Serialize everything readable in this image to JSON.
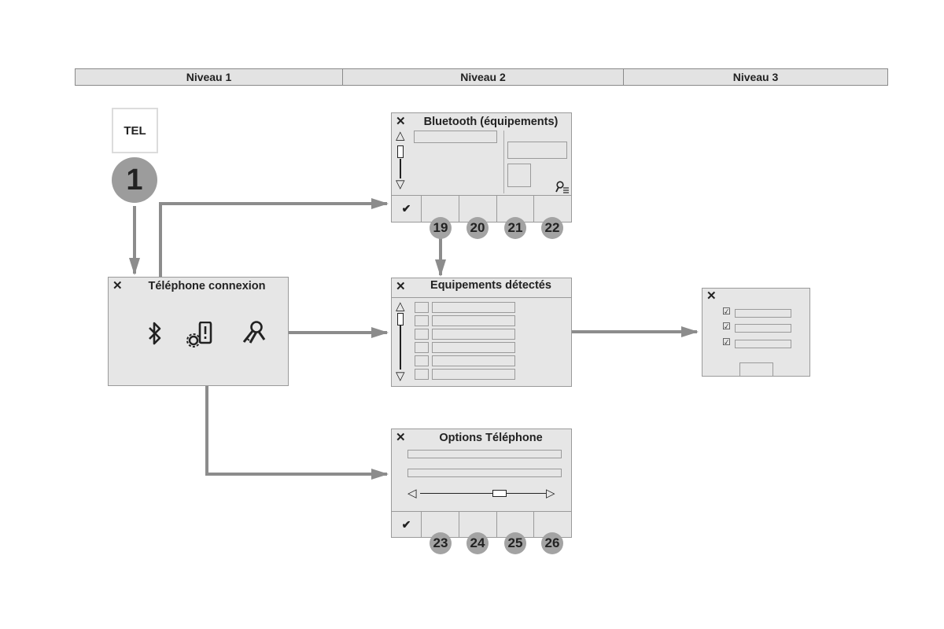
{
  "levels": [
    "Niveau 1",
    "Niveau 2",
    "Niveau 3"
  ],
  "start": {
    "button": "TEL",
    "step": "1"
  },
  "panels": {
    "connexion": {
      "close": "✕",
      "title": "Téléphone connexion"
    },
    "bluetooth": {
      "close": "✕",
      "title": "Bluetooth (équipements)",
      "ok": "✔"
    },
    "detected": {
      "close": "✕",
      "title": "Equipements détectés"
    },
    "options": {
      "close": "✕",
      "title": "Options Téléphone",
      "ok": "✔"
    },
    "level3": {
      "close": "✕"
    }
  },
  "bluetooth_numbers": [
    "19",
    "20",
    "21",
    "22"
  ],
  "options_numbers": [
    "23",
    "24",
    "25",
    "26"
  ],
  "glyphs": {
    "up": "△",
    "down": "▽",
    "left": "◁",
    "right": "▷",
    "check": "☑"
  },
  "icons": [
    "bluetooth-icon",
    "phone-settings-icon",
    "keys-icon",
    "search-list-icon"
  ],
  "colors": {
    "arrow": "#8c8c8c",
    "panel": "#e6e6e6",
    "badge": "#a3a3a3"
  }
}
